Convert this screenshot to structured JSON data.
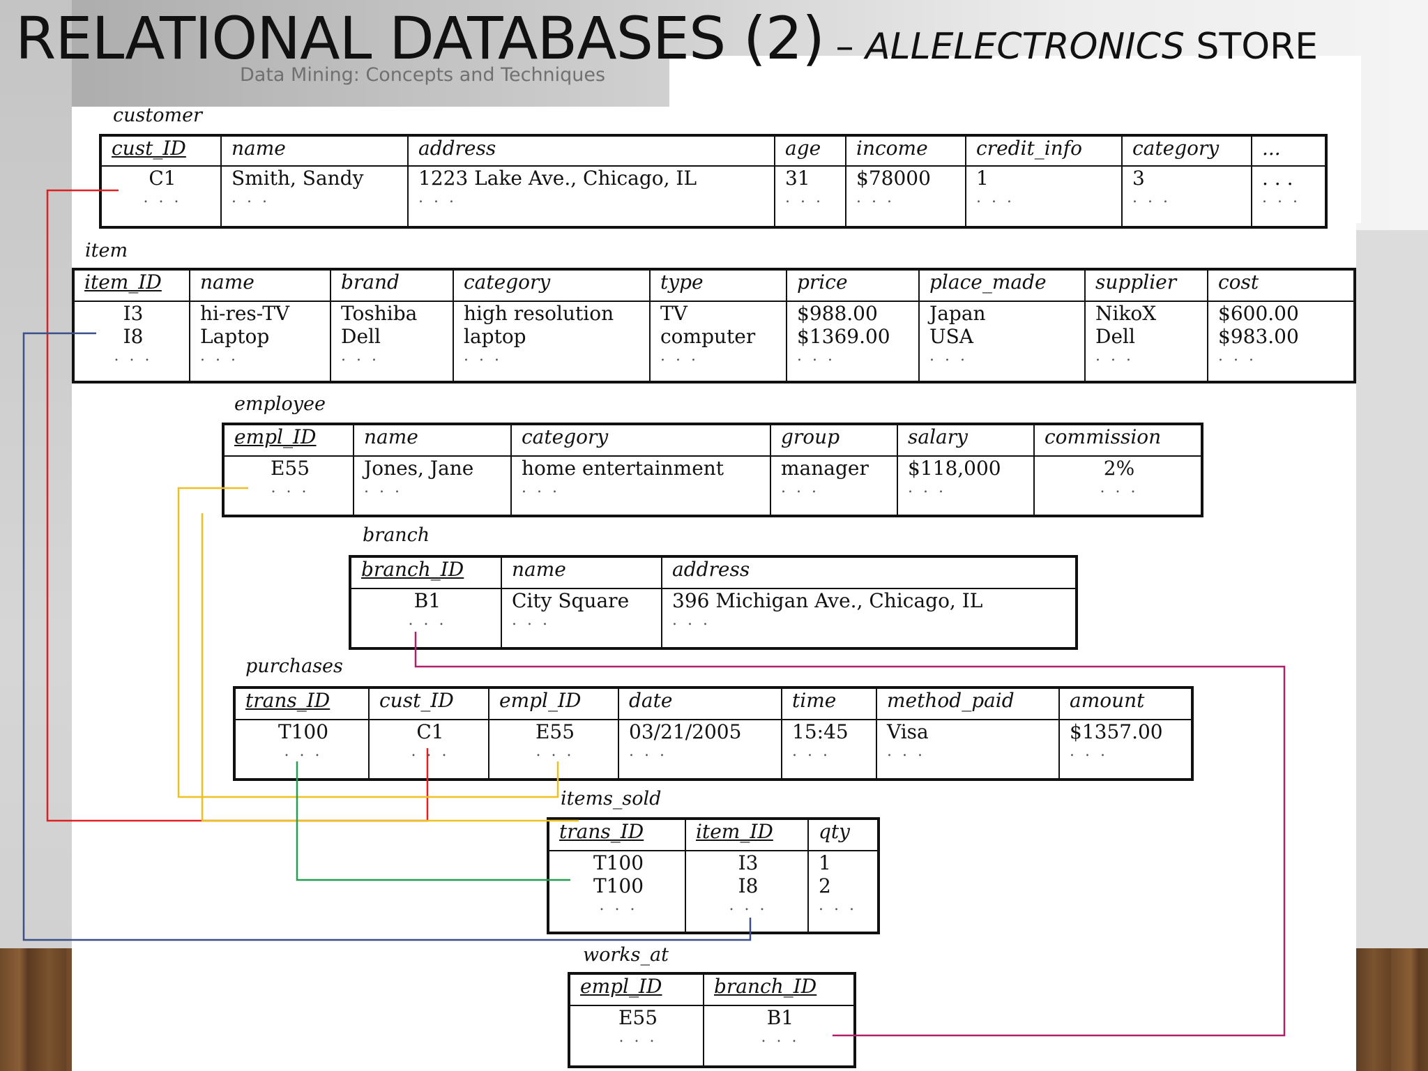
{
  "slide": {
    "title_main": "RELATIONAL DATABASES (2)",
    "title_dash": " – ",
    "title_italic": "ALLELECTRONICS",
    "title_tail": " STORE",
    "subtitle": "Data Mining: Concepts and Techniques"
  },
  "tables": {
    "customer": {
      "name": "customer",
      "headers": [
        "cust_ID",
        "name",
        "address",
        "age",
        "income",
        "credit_info",
        "category",
        "..."
      ],
      "rows": [
        [
          "C1",
          "Smith, Sandy",
          "1223 Lake Ave., Chicago, IL",
          "31",
          "$78000",
          "1",
          "3",
          ". . ."
        ]
      ],
      "ellipsis": ". . ."
    },
    "item": {
      "name": "item",
      "headers": [
        "item_ID",
        "name",
        "brand",
        "category",
        "type",
        "price",
        "place_made",
        "supplier",
        "cost"
      ],
      "rows": [
        [
          "I3",
          "hi-res-TV",
          "Toshiba",
          "high resolution",
          "TV",
          "$988.00",
          "Japan",
          "NikoX",
          "$600.00"
        ],
        [
          "I8",
          "Laptop",
          "Dell",
          "laptop",
          "computer",
          "$1369.00",
          "USA",
          "Dell",
          "$983.00"
        ]
      ],
      "ellipsis": ". . ."
    },
    "employee": {
      "name": "employee",
      "headers": [
        "empl_ID",
        "name",
        "category",
        "group",
        "salary",
        "commission"
      ],
      "rows": [
        [
          "E55",
          "Jones, Jane",
          "home entertainment",
          "manager",
          "$118,000",
          "2%"
        ]
      ],
      "ellipsis": ". . ."
    },
    "branch": {
      "name": "branch",
      "headers": [
        "branch_ID",
        "name",
        "address"
      ],
      "rows": [
        [
          "B1",
          "City Square",
          "396 Michigan Ave., Chicago, IL"
        ]
      ],
      "ellipsis": ". . ."
    },
    "purchases": {
      "name": "purchases",
      "headers": [
        "trans_ID",
        "cust_ID",
        "empl_ID",
        "date",
        "time",
        "method_paid",
        "amount"
      ],
      "rows": [
        [
          "T100",
          "C1",
          "E55",
          "03/21/2005",
          "15:45",
          "Visa",
          "$1357.00"
        ]
      ],
      "ellipsis": ". . ."
    },
    "items_sold": {
      "name": "items_sold",
      "headers": [
        "trans_ID",
        "item_ID",
        "qty"
      ],
      "rows": [
        [
          "T100",
          "I3",
          "1"
        ],
        [
          "T100",
          "I8",
          "2"
        ]
      ],
      "ellipsis": ". . ."
    },
    "works_at": {
      "name": "works_at",
      "headers": [
        "empl_ID",
        "branch_ID"
      ],
      "rows": [
        [
          "E55",
          "B1"
        ]
      ],
      "ellipsis": ". . ."
    }
  },
  "link_colors": {
    "customer_link": "#e02020",
    "item_link": "#3a4f8a",
    "employee_link": "#f0c020",
    "branch_link": "#b0206a",
    "transaction_link": "#20a050"
  }
}
